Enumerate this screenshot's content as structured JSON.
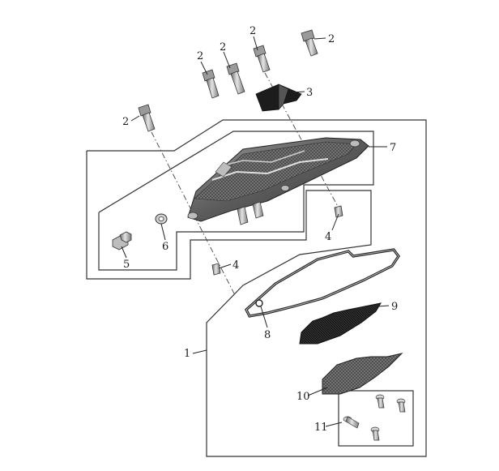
{
  "diagram": {
    "parts": [
      {
        "id": "part-1",
        "label": "1"
      },
      {
        "id": "part-2",
        "label": "2"
      },
      {
        "id": "part-3",
        "label": "3"
      },
      {
        "id": "part-4",
        "label": "4"
      },
      {
        "id": "part-5",
        "label": "5"
      },
      {
        "id": "part-6",
        "label": "6"
      },
      {
        "id": "part-7",
        "label": "7"
      },
      {
        "id": "part-8",
        "label": "8"
      },
      {
        "id": "part-9",
        "label": "9"
      },
      {
        "id": "part-10",
        "label": "10"
      },
      {
        "id": "part-11",
        "label": "11"
      }
    ],
    "colors": {
      "line": "#222222",
      "metal_dark": "#3c3c3c",
      "metal_mid": "#8a8a8a",
      "metal_light": "#d4d4d4"
    }
  }
}
